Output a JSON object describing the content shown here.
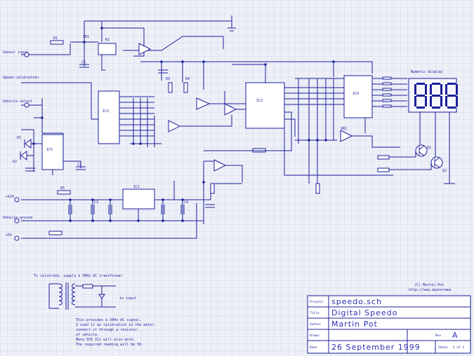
{
  "labels": {
    "sensor_input": "Sensor input",
    "speed_calibration": "Speed calibration",
    "vehicle_select": "Vehicle select",
    "plus12v": "+12V",
    "vehicle_ground": "Vehicle ground",
    "plus5v": "+5V",
    "display": "Numeric display",
    "ic1": "IC1",
    "ic2": "IC2",
    "ic3": "IC3",
    "ic4": "IC4",
    "ic5": "IC5",
    "vr1": "VR1",
    "vr2": "VR2",
    "r1": "R1",
    "r2": "R2",
    "r3": "R3",
    "r4": "R4",
    "r5": "R5",
    "c1": "C1",
    "c2": "C2",
    "c3": "C3",
    "c4": "C4",
    "d1": "D1",
    "d2": "D2",
    "q1": "Q1",
    "q2": "Q2"
  },
  "notes": {
    "header": "To calibrate, supply a 50Hz AC transformer",
    "line1": "This provides a 50Hz AC signal.",
    "line2": "I used it as calibration in the meter.",
    "line3": "connect it through a resistor.",
    "line4": "of vehicle.",
    "line5": "Many 555 ICs will also work.",
    "line6": "The required reading will be 50.",
    "to_input": "to input"
  },
  "copyright": {
    "line1": "(C) Martin Pot",
    "line2": "http://www.epanorama"
  },
  "title_block": {
    "project_label": "Project",
    "project": "speedo.sch",
    "title_label": "Title",
    "title": "Digital Speedo",
    "author_label": "Author",
    "author": "Martin Pot",
    "drawn_label": "Drawn",
    "date_label": "Date",
    "date": "26 September 1999",
    "rev_label": "Rev",
    "rev": "A",
    "sheet_label": "Sheet",
    "sheet": "1 of 1"
  }
}
